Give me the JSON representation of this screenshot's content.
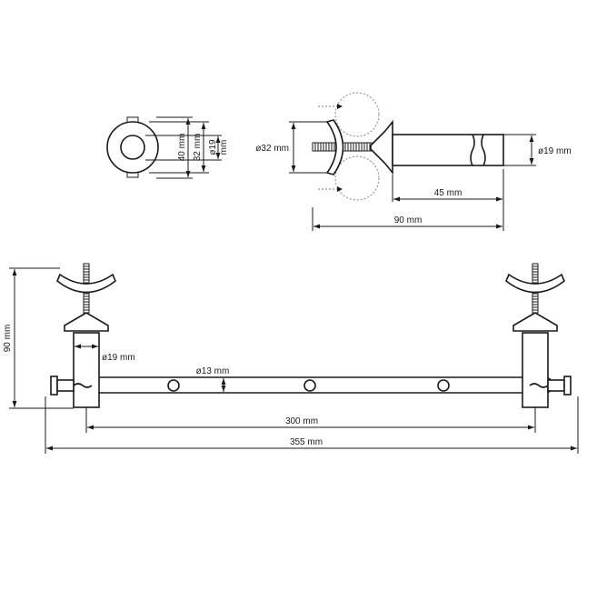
{
  "dimensions": {
    "front_outer_diameter": "40 mm",
    "front_inner_diameter": "32 mm",
    "front_bore": "ø19",
    "front_bore_unit": "mm",
    "side_clamp_diameter": "ø32 mm",
    "side_tube_diameter": "ø19 mm",
    "side_tube_length": "45 mm",
    "side_total_depth": "90 mm",
    "bottom_height": "90 mm",
    "bottom_post_diameter": "ø19 mm",
    "bottom_bar_diameter": "ø13 mm",
    "bottom_inner_width": "300 mm",
    "bottom_overall_width": "355 mm"
  },
  "colors": {
    "line": "#1a1a1a",
    "hidden_line": "#7a7a7a",
    "background": "#ffffff"
  }
}
